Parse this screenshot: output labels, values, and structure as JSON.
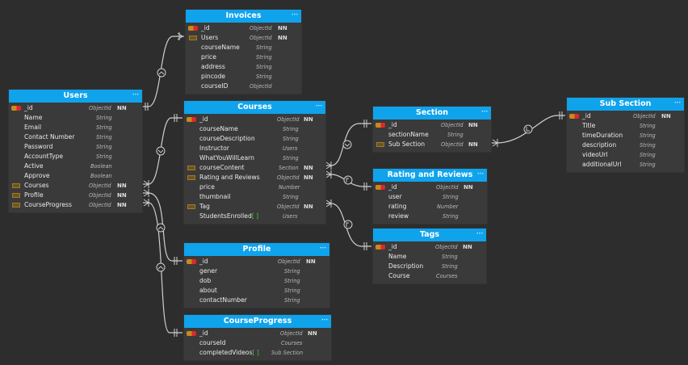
{
  "diagram": {
    "entities": {
      "invoices": {
        "title": "Invoices",
        "menu": "∙∙∙",
        "fields": [
          {
            "name": "_id",
            "type": "ObjectId",
            "nn": "NN",
            "key": "pk"
          },
          {
            "name": "Users",
            "type": "ObjectId",
            "nn": "NN",
            "key": "fk"
          },
          {
            "name": "courseName",
            "type": "String",
            "nn": "",
            "key": ""
          },
          {
            "name": "price",
            "type": "String",
            "nn": "",
            "key": ""
          },
          {
            "name": "address",
            "type": "String",
            "nn": "",
            "key": ""
          },
          {
            "name": "pincode",
            "type": "String",
            "nn": "",
            "key": ""
          },
          {
            "name": "courseID",
            "type": "ObjectId",
            "nn": "",
            "key": ""
          }
        ]
      },
      "users": {
        "title": "Users",
        "menu": "∙∙∙",
        "fields": [
          {
            "name": "_id",
            "type": "ObjectId",
            "nn": "NN",
            "key": "pk"
          },
          {
            "name": "Name",
            "type": "String",
            "nn": "",
            "key": ""
          },
          {
            "name": "Email",
            "type": "String",
            "nn": "",
            "key": ""
          },
          {
            "name": "Contact Number",
            "type": "String",
            "nn": "",
            "key": ""
          },
          {
            "name": "Password",
            "type": "String",
            "nn": "",
            "key": ""
          },
          {
            "name": "AccountType",
            "type": "String",
            "nn": "",
            "key": ""
          },
          {
            "name": "Active",
            "type": "Boolean",
            "nn": "",
            "key": ""
          },
          {
            "name": "Approve",
            "type": "Boolean",
            "nn": "",
            "key": ""
          },
          {
            "name": "Courses",
            "type": "ObjectId",
            "nn": "NN",
            "key": "fk"
          },
          {
            "name": "Profile",
            "type": "ObjectId",
            "nn": "NN",
            "key": "fk"
          },
          {
            "name": "CourseProgress",
            "type": "ObjectId",
            "nn": "NN",
            "key": "fk"
          }
        ]
      },
      "courses": {
        "title": "Courses",
        "menu": "∙∙∙",
        "fields": [
          {
            "name": "_id",
            "type": "ObjectId",
            "nn": "NN",
            "key": "pk"
          },
          {
            "name": "courseName",
            "type": "String",
            "nn": "",
            "key": ""
          },
          {
            "name": "courseDescription",
            "type": "String",
            "nn": "",
            "key": ""
          },
          {
            "name": "Instructor",
            "type": "Users",
            "nn": "",
            "key": ""
          },
          {
            "name": "WhatYouWillLearn",
            "type": "String",
            "nn": "",
            "key": ""
          },
          {
            "name": "courseContent",
            "type": "Section",
            "nn": "NN",
            "key": "fk"
          },
          {
            "name": "Rating and Reviews",
            "type": "ObjectId",
            "nn": "NN",
            "key": "fk"
          },
          {
            "name": "price",
            "type": "Number",
            "nn": "",
            "key": ""
          },
          {
            "name": "thumbnail",
            "type": "String",
            "nn": "",
            "key": ""
          },
          {
            "name": "Tag",
            "type": "ObjectId",
            "nn": "NN",
            "key": "fk"
          },
          {
            "name": "StudentsEnrolled",
            "array": "[ ]",
            "type": "Users",
            "nn": "",
            "key": ""
          }
        ]
      },
      "section": {
        "title": "Section",
        "menu": "∙∙∙",
        "fields": [
          {
            "name": "_id",
            "type": "ObjectId",
            "nn": "NN",
            "key": "pk"
          },
          {
            "name": "sectionName",
            "type": "String",
            "nn": "",
            "key": ""
          },
          {
            "name": "Sub Section",
            "type": "ObjectId",
            "nn": "NN",
            "key": "fk"
          }
        ]
      },
      "sub_section": {
        "title": "Sub Section",
        "menu": "∙∙∙",
        "fields": [
          {
            "name": "_id",
            "type": "ObjectId",
            "nn": "NN",
            "key": "pk"
          },
          {
            "name": "Title",
            "type": "String",
            "nn": "",
            "key": ""
          },
          {
            "name": "timeDuration",
            "type": "String",
            "nn": "",
            "key": ""
          },
          {
            "name": "description",
            "type": "String",
            "nn": "",
            "key": ""
          },
          {
            "name": "videoUrl",
            "type": "String",
            "nn": "",
            "key": ""
          },
          {
            "name": "additionalUrl",
            "type": "String",
            "nn": "",
            "key": ""
          }
        ]
      },
      "rating_and_reviews": {
        "title": "Rating and Reviews",
        "menu": "∙∙∙",
        "fields": [
          {
            "name": "_id",
            "type": "ObjectId",
            "nn": "NN",
            "key": "pk"
          },
          {
            "name": "user",
            "type": "String",
            "nn": "",
            "key": ""
          },
          {
            "name": "rating",
            "type": "Number",
            "nn": "",
            "key": ""
          },
          {
            "name": "review",
            "type": "String",
            "nn": "",
            "key": ""
          }
        ]
      },
      "tags": {
        "title": "Tags",
        "menu": "∙∙∙",
        "fields": [
          {
            "name": "_id",
            "type": "ObjectId",
            "nn": "NN",
            "key": "pk"
          },
          {
            "name": "Name",
            "type": "String",
            "nn": "",
            "key": ""
          },
          {
            "name": "Description",
            "type": "String",
            "nn": "",
            "key": ""
          },
          {
            "name": "Course",
            "type": "Courses",
            "nn": "",
            "key": ""
          }
        ]
      },
      "profile": {
        "title": "Profile",
        "menu": "∙∙∙",
        "fields": [
          {
            "name": "_id",
            "type": "ObjectId",
            "nn": "NN",
            "key": "pk"
          },
          {
            "name": "gener",
            "type": "String",
            "nn": "",
            "key": ""
          },
          {
            "name": "dob",
            "type": "String",
            "nn": "",
            "key": ""
          },
          {
            "name": "about",
            "type": "String",
            "nn": "",
            "key": ""
          },
          {
            "name": "contactNumber",
            "type": "String",
            "nn": "",
            "key": ""
          }
        ]
      },
      "course_progress": {
        "title": "CourseProgress",
        "menu": "∙∙∙",
        "fields": [
          {
            "name": "_id",
            "type": "ObjectId",
            "nn": "NN",
            "key": "pk"
          },
          {
            "name": "courseId",
            "type": "Courses",
            "nn": "",
            "key": ""
          },
          {
            "name": "completedVideos",
            "array": "[ ]",
            "type": "Sub Section",
            "nn": "",
            "key": ""
          }
        ]
      }
    },
    "relationships": [
      {
        "from": "Users._id",
        "to": "Invoices.Users",
        "marker": "^"
      },
      {
        "from": "Users.Courses",
        "to": "Courses._id",
        "marker": "v"
      },
      {
        "from": "Users.Profile",
        "to": "Profile._id",
        "marker": "^"
      },
      {
        "from": "Users.CourseProgress",
        "to": "CourseProgress._id",
        "marker": "^"
      },
      {
        "from": "Courses.courseContent",
        "to": "Section._id",
        "marker": "v"
      },
      {
        "from": "Courses.Rating and Reviews",
        "to": "Rating and Reviews._id",
        "marker": "r"
      },
      {
        "from": "Courses.Tag",
        "to": "Tags._id",
        "marker": "r"
      },
      {
        "from": "Section.Sub Section",
        "to": "Sub Section._id",
        "marker": "L"
      }
    ],
    "colors": {
      "background": "#2d2d2d",
      "header": "#0fa3ec",
      "body": "#3a3a3a",
      "line": "#cfcfcf",
      "array_bracket": "#43c443"
    }
  }
}
